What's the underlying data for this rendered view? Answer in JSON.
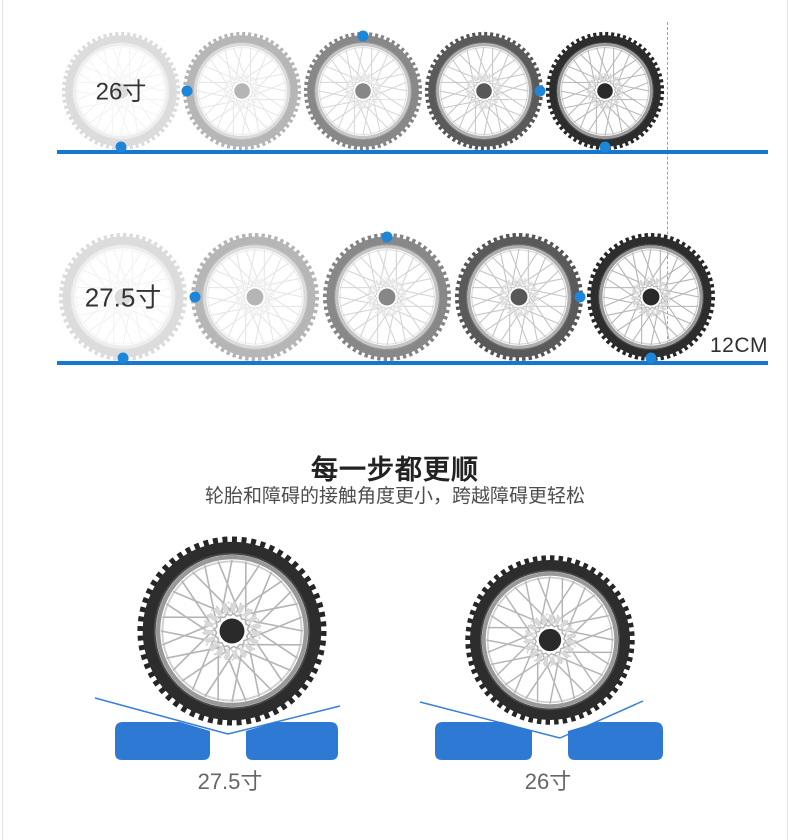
{
  "rolling_diagram": {
    "rows": [
      {
        "size_label": "26寸",
        "frames": 5,
        "dot_sequence": [
          "bottom",
          "left",
          "top",
          "right",
          "bottom"
        ]
      },
      {
        "size_label": "27.5寸",
        "frames": 5,
        "dot_sequence": [
          "bottom",
          "left",
          "top",
          "right",
          "bottom"
        ]
      }
    ],
    "extra_distance_label": "12CM"
  },
  "smoother_section": {
    "title": "每一步都更顺",
    "subtitle": "轮胎和障碍的接触角度更小，跨越障碍更轻松",
    "comparisons": [
      {
        "label": "27.5寸"
      },
      {
        "label": "26寸"
      }
    ]
  },
  "colors": {
    "accent_blue": "#1478d2",
    "dot_blue": "#1e86d9",
    "dashed_blue": "#6aaede",
    "block_blue": "#2e79d4",
    "edge_gray": "#e3e3e3"
  }
}
